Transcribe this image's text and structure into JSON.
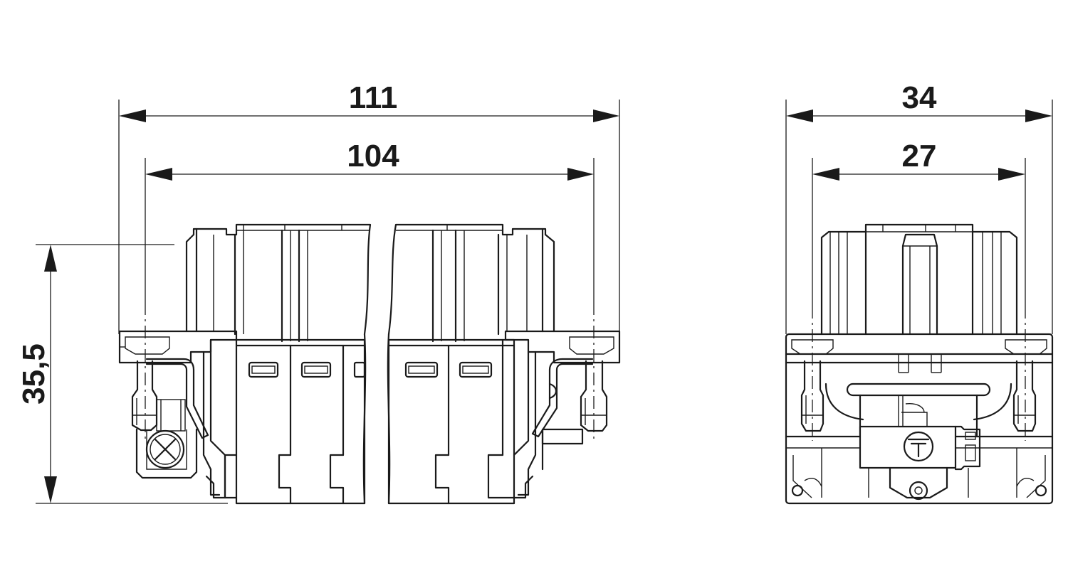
{
  "dimensions": {
    "overall_width": "111",
    "mounting_width": "104",
    "height": "35,5",
    "side_overall_width": "34",
    "side_mounting_width": "27"
  },
  "colors": {
    "line": "#1a1a1a",
    "background": "#ffffff"
  },
  "icons": {
    "ground_symbol": "protective-earth-icon",
    "locking_screw": "cross-screw-icon"
  }
}
